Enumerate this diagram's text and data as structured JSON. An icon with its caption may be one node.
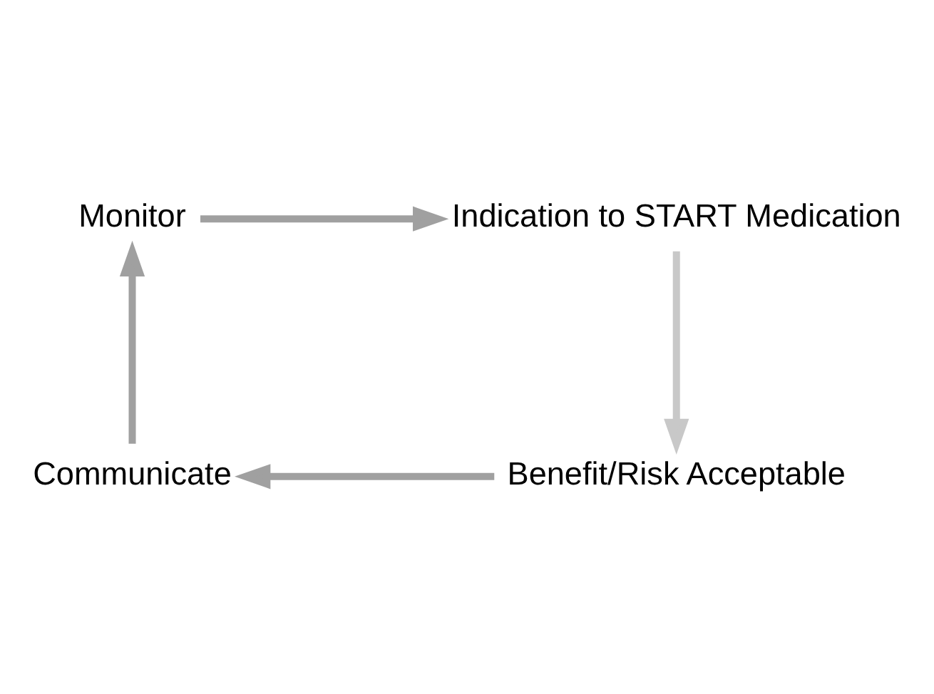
{
  "diagram": {
    "nodes": [
      {
        "text": [
          "Monitor"
        ]
      },
      {
        "text": [
          "Indication to START Medication"
        ]
      },
      {
        "text": [
          "Benefit/Risk Acceptable"
        ]
      },
      {
        "text": [
          "Communicate"
        ]
      }
    ],
    "edges": [
      {
        "from": 0,
        "to": 1,
        "arrow": "to"
      },
      {
        "from": 1,
        "to": 2,
        "arrow": "to",
        "color": "#c8c8c8"
      },
      {
        "from": 2,
        "to": 3,
        "arrow": "to"
      },
      {
        "from": 3,
        "to": 0,
        "arrow": "to"
      }
    ]
  }
}
